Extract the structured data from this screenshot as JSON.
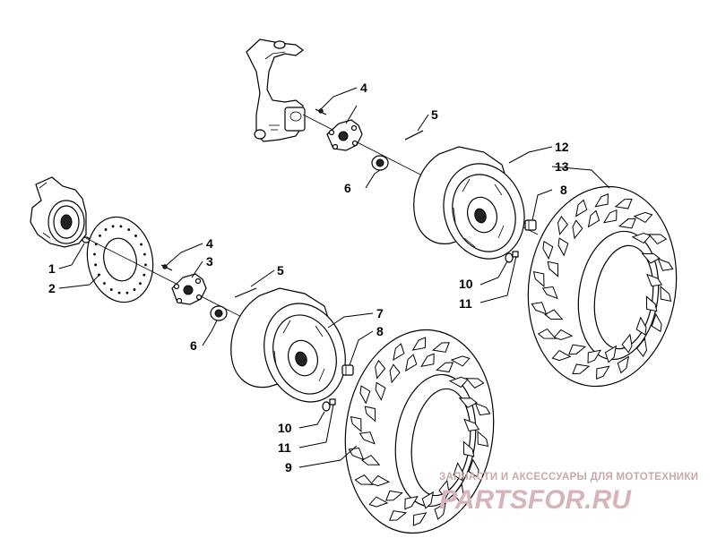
{
  "callouts": [
    {
      "id": "c4a",
      "text": "4"
    },
    {
      "id": "c5a",
      "text": "5"
    },
    {
      "id": "c12",
      "text": "12"
    },
    {
      "id": "c13",
      "text": "13"
    },
    {
      "id": "c8a",
      "text": "8"
    },
    {
      "id": "c6a",
      "text": "6"
    },
    {
      "id": "c10a",
      "text": "10"
    },
    {
      "id": "c11a",
      "text": "11"
    },
    {
      "id": "c1",
      "text": "1"
    },
    {
      "id": "c2",
      "text": "2"
    },
    {
      "id": "c4b",
      "text": "4"
    },
    {
      "id": "c3b",
      "text": "3"
    },
    {
      "id": "c5b",
      "text": "5"
    },
    {
      "id": "c6b",
      "text": "6"
    },
    {
      "id": "c7",
      "text": "7"
    },
    {
      "id": "c8b",
      "text": "8"
    },
    {
      "id": "c10b",
      "text": "10"
    },
    {
      "id": "c11b",
      "text": "11"
    },
    {
      "id": "c9",
      "text": "9"
    }
  ],
  "watermark": {
    "tagline": "ЗАПЧАСТИ И АКСЕССУАРЫ ДЛЯ МОТОТЕХНИКИ",
    "brand": "PARTSFOR.RU"
  }
}
